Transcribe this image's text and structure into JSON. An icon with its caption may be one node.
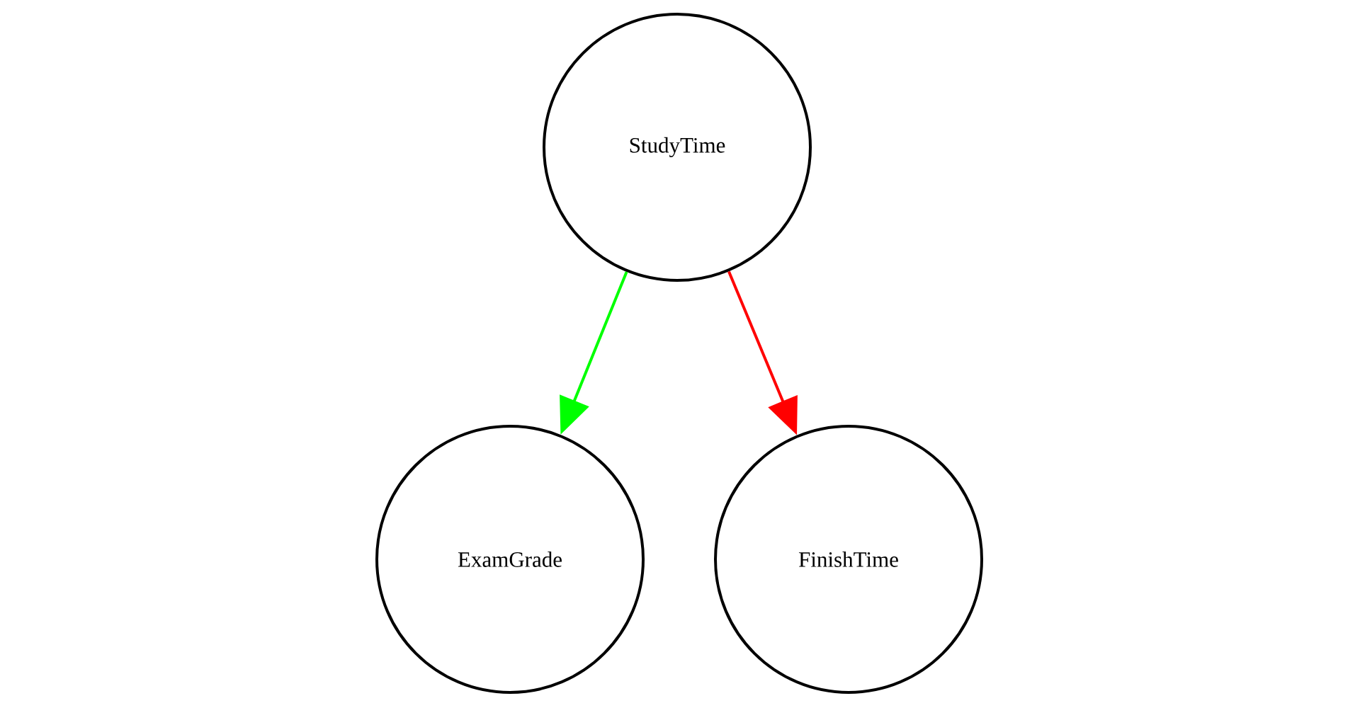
{
  "diagram": {
    "nodes": [
      {
        "text": [
          "StudyTime"
        ]
      },
      {
        "text": [
          "ExamGrade"
        ]
      },
      {
        "text": [
          "FinishTime"
        ]
      }
    ],
    "edges": [
      {
        "from": 0,
        "to": 1,
        "arrow": "to",
        "color": "#00ff00"
      },
      {
        "from": 0,
        "to": 2,
        "arrow": "to",
        "color": "#ff0000"
      }
    ]
  }
}
